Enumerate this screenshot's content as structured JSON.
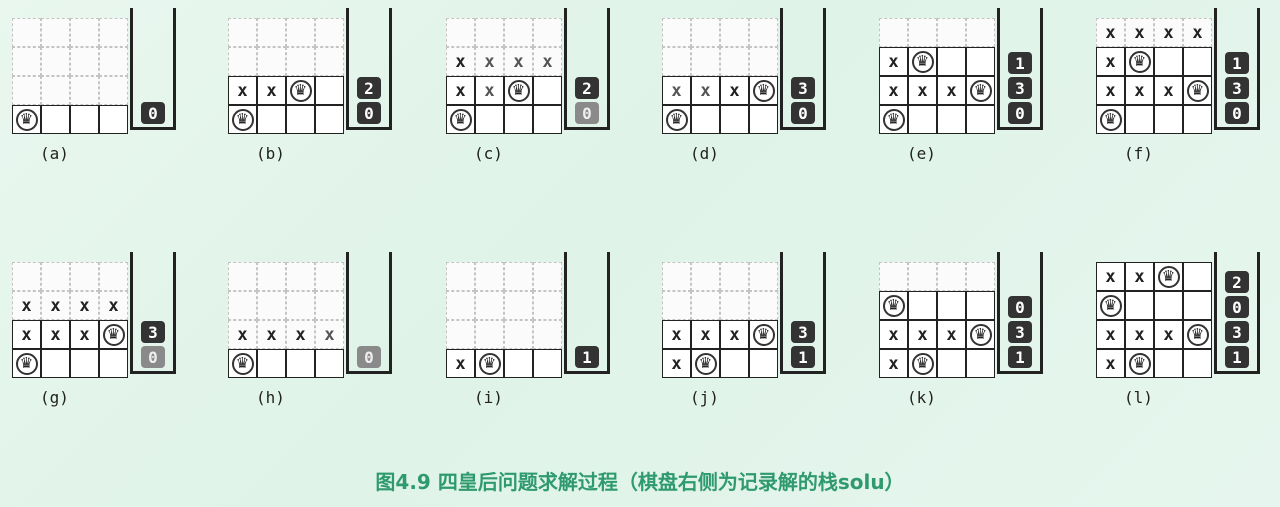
{
  "panels": [
    {
      "label": "(a)",
      "board": [
        [
          "",
          "",
          "",
          ""
        ],
        [
          "",
          "",
          "",
          ""
        ],
        [
          "",
          "",
          "",
          ""
        ],
        [
          "Q",
          "",
          "",
          ""
        ]
      ],
      "solid_rows": [
        3
      ],
      "gray_x": [],
      "stack": [
        "0"
      ],
      "faded": []
    },
    {
      "label": "(b)",
      "board": [
        [
          "",
          "",
          "",
          ""
        ],
        [
          "",
          "",
          "",
          ""
        ],
        [
          "X",
          "X",
          "Q",
          ""
        ],
        [
          "Q",
          "",
          "",
          ""
        ]
      ],
      "solid_rows": [
        2,
        3
      ],
      "gray_x": [],
      "stack": [
        "0",
        "2"
      ],
      "faded": []
    },
    {
      "label": "(c)",
      "board": [
        [
          "",
          "",
          "",
          ""
        ],
        [
          "X",
          "X",
          "X",
          "X"
        ],
        [
          "X",
          "X",
          "Q",
          ""
        ],
        [
          "Q",
          "",
          "",
          ""
        ]
      ],
      "solid_rows": [
        2,
        3
      ],
      "gray_x": [
        [
          1,
          1
        ],
        [
          1,
          2
        ],
        [
          1,
          3
        ],
        [
          2,
          1
        ]
      ],
      "stack": [
        "0",
        "2"
      ],
      "faded": [
        0
      ]
    },
    {
      "label": "(d)",
      "board": [
        [
          "",
          "",
          "",
          ""
        ],
        [
          "",
          "",
          "",
          ""
        ],
        [
          "X",
          "X",
          "X",
          "Q"
        ],
        [
          "Q",
          "",
          "",
          ""
        ]
      ],
      "solid_rows": [
        2,
        3
      ],
      "gray_x": [
        [
          2,
          0
        ],
        [
          2,
          1
        ]
      ],
      "stack": [
        "0",
        "3"
      ],
      "faded": []
    },
    {
      "label": "(e)",
      "board": [
        [
          "",
          "",
          "",
          ""
        ],
        [
          "X",
          "Q",
          "",
          ""
        ],
        [
          "X",
          "X",
          "X",
          "Q"
        ],
        [
          "Q",
          "",
          "",
          ""
        ]
      ],
      "solid_rows": [
        1,
        2,
        3
      ],
      "gray_x": [],
      "stack": [
        "0",
        "3",
        "1"
      ],
      "faded": []
    },
    {
      "label": "(f)",
      "board": [
        [
          "X",
          "X",
          "X",
          "X"
        ],
        [
          "X",
          "Q",
          "",
          ""
        ],
        [
          "X",
          "X",
          "X",
          "Q"
        ],
        [
          "Q",
          "",
          "",
          ""
        ]
      ],
      "solid_rows": [
        1,
        2,
        3
      ],
      "gray_x": [],
      "stack": [
        "0",
        "3",
        "1"
      ],
      "faded": []
    },
    {
      "label": "(g)",
      "board": [
        [
          "",
          "",
          "",
          ""
        ],
        [
          "X",
          "X",
          "X",
          "X"
        ],
        [
          "X",
          "X",
          "X",
          "Q"
        ],
        [
          "Q",
          "",
          "",
          ""
        ]
      ],
      "solid_rows": [
        2,
        3
      ],
      "gray_x": [],
      "stack": [
        "0",
        "3"
      ],
      "faded": [
        0
      ]
    },
    {
      "label": "(h)",
      "board": [
        [
          "",
          "",
          "",
          ""
        ],
        [
          "",
          "",
          "",
          ""
        ],
        [
          "X",
          "X",
          "X",
          "X"
        ],
        [
          "Q",
          "",
          "",
          ""
        ]
      ],
      "solid_rows": [
        3
      ],
      "gray_x": [
        [
          2,
          3
        ]
      ],
      "stack": [
        "0"
      ],
      "faded": [
        0
      ]
    },
    {
      "label": "(i)",
      "board": [
        [
          "",
          "",
          "",
          ""
        ],
        [
          "",
          "",
          "",
          ""
        ],
        [
          "",
          "",
          "",
          ""
        ],
        [
          "X",
          "Q",
          "",
          ""
        ]
      ],
      "solid_rows": [
        3
      ],
      "gray_x": [],
      "stack": [
        "1"
      ],
      "faded": []
    },
    {
      "label": "(j)",
      "board": [
        [
          "",
          "",
          "",
          ""
        ],
        [
          "",
          "",
          "",
          ""
        ],
        [
          "X",
          "X",
          "X",
          "Q"
        ],
        [
          "X",
          "Q",
          "",
          ""
        ]
      ],
      "solid_rows": [
        2,
        3
      ],
      "gray_x": [],
      "stack": [
        "1",
        "3"
      ],
      "faded": []
    },
    {
      "label": "(k)",
      "board": [
        [
          "",
          "",
          "",
          ""
        ],
        [
          "Q",
          "",
          "",
          ""
        ],
        [
          "X",
          "X",
          "X",
          "Q"
        ],
        [
          "X",
          "Q",
          "",
          ""
        ]
      ],
      "solid_rows": [
        1,
        2,
        3
      ],
      "gray_x": [],
      "stack": [
        "1",
        "3",
        "0"
      ],
      "faded": []
    },
    {
      "label": "(l)",
      "board": [
        [
          "X",
          "X",
          "Q",
          ""
        ],
        [
          "Q",
          "",
          "",
          ""
        ],
        [
          "X",
          "X",
          "X",
          "Q"
        ],
        [
          "X",
          "Q",
          "",
          ""
        ]
      ],
      "solid_rows": [
        0,
        1,
        2,
        3
      ],
      "gray_x": [],
      "stack": [
        "1",
        "3",
        "0",
        "2"
      ],
      "faded": []
    }
  ],
  "caption": "图4.9 四皇后问题求解过程（棋盘右侧为记录解的栈solu）"
}
